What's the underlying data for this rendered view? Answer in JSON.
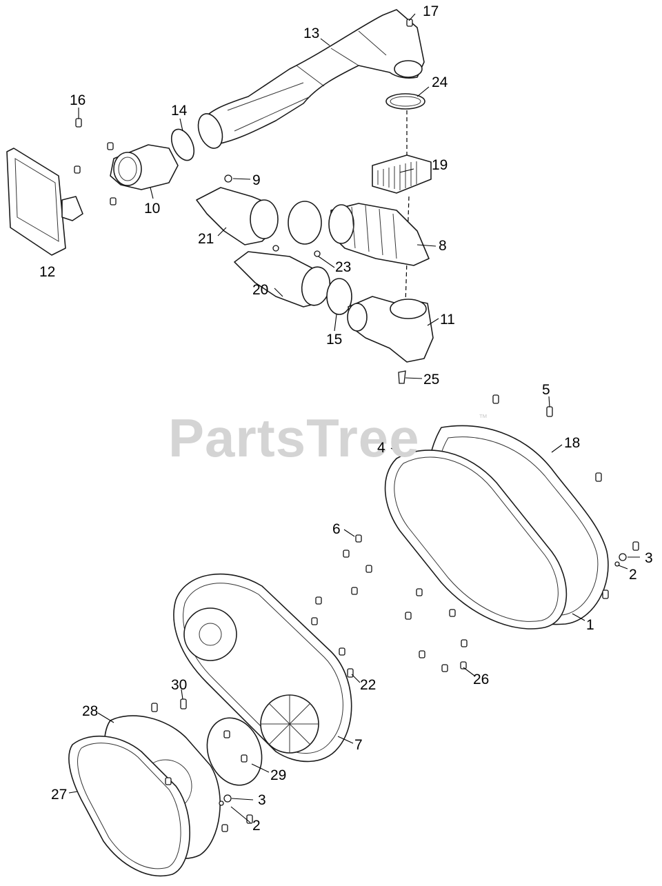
{
  "watermark": {
    "text": "PartsTree",
    "trademark": "™"
  },
  "callouts": [
    {
      "id": "c1",
      "label": "1"
    },
    {
      "id": "c2a",
      "label": "2"
    },
    {
      "id": "c2b",
      "label": "2"
    },
    {
      "id": "c3a",
      "label": "3"
    },
    {
      "id": "c3b",
      "label": "3"
    },
    {
      "id": "c4",
      "label": "4"
    },
    {
      "id": "c5",
      "label": "5"
    },
    {
      "id": "c6",
      "label": "6"
    },
    {
      "id": "c7",
      "label": "7"
    },
    {
      "id": "c8",
      "label": "8"
    },
    {
      "id": "c9",
      "label": "9"
    },
    {
      "id": "c10",
      "label": "10"
    },
    {
      "id": "c11",
      "label": "11"
    },
    {
      "id": "c12",
      "label": "12"
    },
    {
      "id": "c13",
      "label": "13"
    },
    {
      "id": "c14",
      "label": "14"
    },
    {
      "id": "c15",
      "label": "15"
    },
    {
      "id": "c16",
      "label": "16"
    },
    {
      "id": "c17",
      "label": "17"
    },
    {
      "id": "c18",
      "label": "18"
    },
    {
      "id": "c19",
      "label": "19"
    },
    {
      "id": "c20",
      "label": "20"
    },
    {
      "id": "c21",
      "label": "21"
    },
    {
      "id": "c22",
      "label": "22"
    },
    {
      "id": "c23",
      "label": "23"
    },
    {
      "id": "c24",
      "label": "24"
    },
    {
      "id": "c25",
      "label": "25"
    },
    {
      "id": "c26",
      "label": "26"
    },
    {
      "id": "c27",
      "label": "27"
    },
    {
      "id": "c28",
      "label": "28"
    },
    {
      "id": "c29",
      "label": "29"
    },
    {
      "id": "c30",
      "label": "30"
    }
  ]
}
